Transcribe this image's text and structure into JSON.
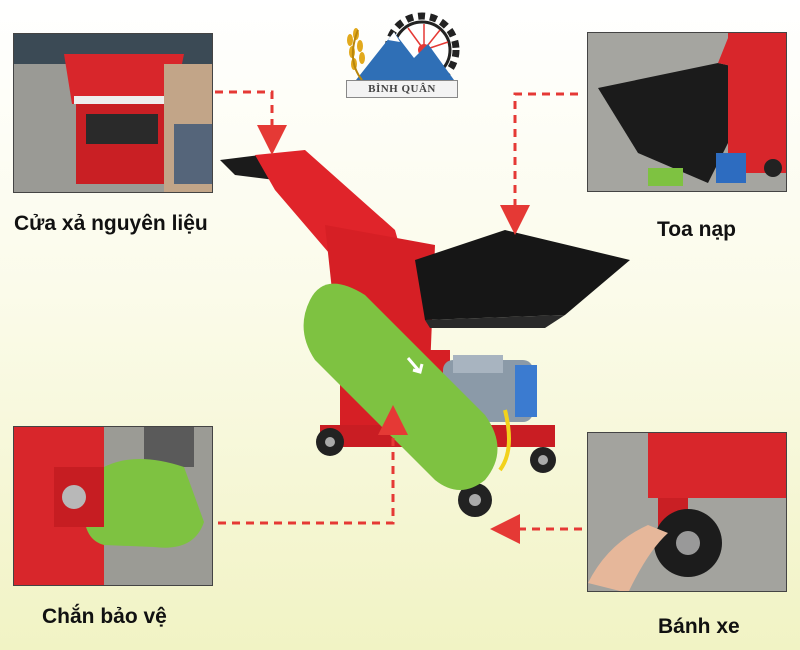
{
  "brand": {
    "name": "BÌNH QUÂN"
  },
  "callouts": {
    "top_left": "Cửa xả nguyên liệu",
    "top_right": "Toa nạp",
    "bottom_left": "Chắn bảo vệ",
    "bottom_right": "Bánh xe"
  },
  "colors": {
    "machine_red": "#e0242a",
    "cover_green": "#7ec241",
    "hopper_black": "#1b1b1b",
    "motor_gray": "#8b9aa8",
    "arrow_red": "#e53935"
  }
}
